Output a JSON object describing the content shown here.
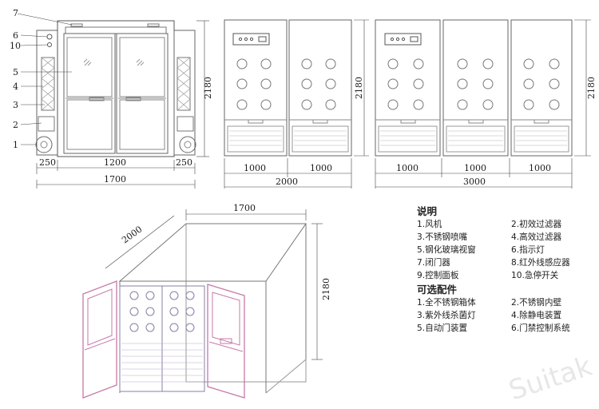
{
  "front_view": {
    "callouts": [
      "7",
      "6",
      "10",
      "5",
      "4",
      "3",
      "2",
      "1"
    ],
    "dims": {
      "left_width": "250",
      "middle_width": "1200",
      "right_width": "250",
      "total_width": "1700",
      "height": "2180"
    }
  },
  "side_view_2000": {
    "dims": {
      "module_a": "1000",
      "module_b": "1000",
      "total": "2000",
      "height": "2180"
    }
  },
  "side_view_3000": {
    "dims": {
      "module_a": "1000",
      "module_b": "1000",
      "module_c": "1000",
      "total": "3000",
      "height": "2180"
    }
  },
  "iso_view": {
    "dims": {
      "width": "1700",
      "depth": "2000",
      "height": "2180"
    }
  },
  "legend": {
    "title": "说明",
    "items": [
      "1.风机",
      "2.初效过滤器",
      "3.不锈钢喷嘴",
      "4.高效过滤器",
      "5.钢化玻璃视窗",
      "6.指示灯",
      "7.闭门器",
      "8.红外线感应器",
      "9.控制面板",
      "10.急停开关"
    ],
    "options_title": "可选配件",
    "options": [
      "1.全不锈钢箱体",
      "2.不锈钢内壁",
      "3.紫外线杀菌灯",
      "4.除静电装置",
      "5.自动门装置",
      "6.门禁控制系统"
    ]
  },
  "watermark": "Suitak"
}
